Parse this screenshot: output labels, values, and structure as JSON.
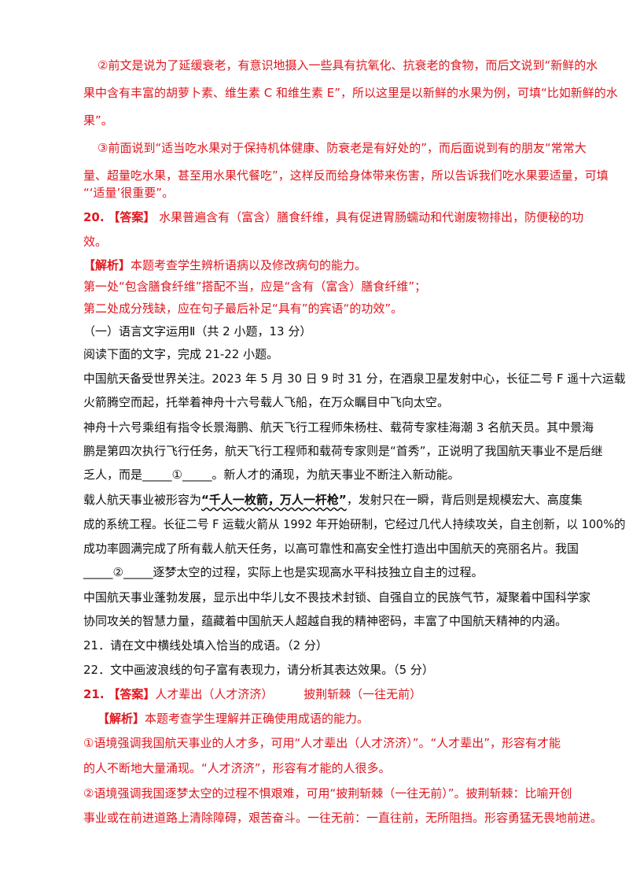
{
  "q19_analysis": {
    "item2_l1": "②前文是说为了延缓衰老，有意识地摄入一些具有抗氧化、抗衰老的食物，而后文说到“新鲜的水",
    "item2_l2": "果中含有丰富的胡萝卜素、维生素 C 和维生素 E”，所以这里是以新鲜的水果为例，可填“比如新鲜的水",
    "item2_l3": "果”。",
    "item3_l1": "③前面说到“适当吃水果对于保持机体健康、防衰老是有好处的”，而后面说到有的朋友“常常大",
    "item3_l2": "量、超量吃水果，甚至用水果代餐吃”，这样反而给身体带来伤害，所以告诉我们吃水果要适量，可填",
    "item3_l3": "“‘适量’很重要”。"
  },
  "q20": {
    "number": "20.",
    "answer_tag": "【答案】",
    "answer_l1": "水果普遍含有（富含）膳食纤维，具有促进胃肠蠕动和代谢废物排出，防便秘的功",
    "answer_l2": "效。",
    "analysis_tag": "【解析】",
    "analysis_text": "本题考查学生辨析语病以及修改病句的能力。",
    "point1": "第一处“包含膳食纤维”搭配不当，应是“含有（富含）膳食纤维”；",
    "point2": "第二处成分残缺，应在句子最后补足“具有”的宾语“的功效”。"
  },
  "section": {
    "heading": "（一）语言文字运用Ⅱ（共 2 小题，13 分）",
    "instruction": "阅读下面的文字，完成 21-22 小题。"
  },
  "passage": {
    "p1_l1": "中国航天备受世界关注。2023 年 5 月 30 日 9 时 31 分，在酒泉卫星发射中心，长征二号 F 遥十六运载",
    "p1_l2": "火箭腾空而起，托举着神舟十六号载人飞船，在万众瞩目中飞向太空。",
    "p2_l1": "神舟十六号乘组有指令长景海鹏、航天飞行工程师朱杨柱、载荷专家桂海潮 3 名航天员。其中景海",
    "p2_l2": "鹏是第四次执行飞行任务，航天飞行工程师和载荷专家则是“首秀”，正说明了我国航天事业不是后继",
    "p2_l3_pre": "乏人，而是",
    "blank1": "_____①_____",
    "p2_l3_post": "。新人才的涌现，为航天事业不断注入新动能。",
    "p3_l1_pre": "载人航天事业被形容为",
    "p3_wavy": "“千人一枚箭，万人一杆枪”",
    "p3_l1_post": "，发射只在一瞬，背后则是规模宏大、高度集",
    "p3_l2": "成的系统工程。长征二号 F 运载火箭从 1992 年开始研制，它经过几代人持续攻关，自主创新，以 100%的",
    "p3_l3": "成功率圆满完成了所有载人航天任务，以高可靠性和高安全性打造出中国航天的亮丽名片。我国",
    "blank2": "_____②_____",
    "p3_l4_post": "逐梦太空的过程，实际上也是实现高水平科技独立自主的过程。",
    "p4_l1": "中国航天事业蓬勃发展，显示出中华儿女不畏技术封锁、自强自立的民族气节，凝聚着中国科学家",
    "p4_l2": "协同攻关的智慧力量，蕴藏着中国航天人超越自我的精神密码，丰富了中国航天精神的内涵。"
  },
  "questions": {
    "q21": "21．请在文中横线处填入恰当的成语。（2 分）",
    "q22": "22．文中画波浪线的句子富有表现力，请分析其表达效果。（5 分）"
  },
  "q21_answer": {
    "number": "21.",
    "answer_tag": "【答案】",
    "answer1": "人才辈出（人才济济）",
    "answer2": "披荆斩棘（一往无前）",
    "analysis_tag": "【解析】",
    "analysis_text": "本题考查学生理解并正确使用成语的能力。",
    "item1_l1": "①语境强调我国航天事业的人才多，可用“人才辈出（人才济济）”。“人才辈出”，形容有才能",
    "item1_l2": "的人不断地大量涌现。“人才济济”，形容有才能的人很多。",
    "item2_l1": "②语境强调我国逐梦太空的过程不惧艰难，可用“披荆斩棘（一往无前）”。披荆斩棘：比喻开创",
    "item2_l2": "事业或在前进道路上清除障碍，艰苦奋斗。一往无前：一直往前，无所阻挡。形容勇猛无畏地前进。"
  }
}
